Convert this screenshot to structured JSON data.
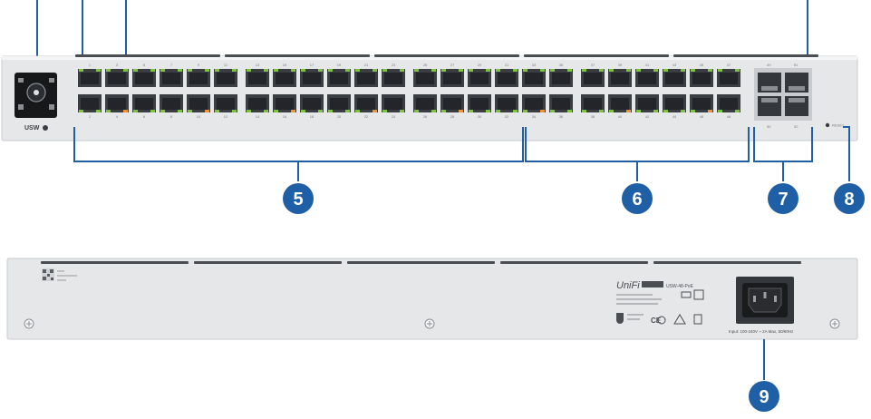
{
  "front_panel": {
    "model_badge": "USW",
    "reset_label": "RESET",
    "top_port_numbers": [
      "1",
      "3",
      "5",
      "7",
      "9",
      "11",
      "13",
      "15",
      "17",
      "19",
      "21",
      "23",
      "25",
      "27",
      "29",
      "31",
      "33",
      "35",
      "37",
      "39",
      "41",
      "43",
      "45",
      "47"
    ],
    "bottom_port_numbers": [
      "2",
      "4",
      "6",
      "8",
      "10",
      "12",
      "14",
      "16",
      "18",
      "20",
      "22",
      "24",
      "26",
      "28",
      "30",
      "32",
      "34",
      "36",
      "38",
      "40",
      "42",
      "44",
      "46",
      "48"
    ],
    "sfp_top_numbers": [
      "49",
      "51"
    ],
    "sfp_bottom_numbers": [
      "50",
      "52"
    ]
  },
  "rear_panel": {
    "serial_lines": [
      "xxxx",
      "xxxxxxxxxxx",
      "xxxxx"
    ],
    "brand": "UniFi",
    "model": "USW-48-PoE",
    "power_input_label": "Input: 100-240V ~ 2A Max, 50/60Hz"
  },
  "callouts": [
    {
      "number": "5",
      "color": "#1f5fa6"
    },
    {
      "number": "6",
      "color": "#1f5fa6"
    },
    {
      "number": "7",
      "color": "#1f5fa6"
    },
    {
      "number": "8",
      "color": "#1f5fa6"
    },
    {
      "number": "9",
      "color": "#1f5fa6"
    }
  ],
  "colors": {
    "callout_line": "#1f5fa6",
    "chassis": "#e6e7e9",
    "port_dark": "#3a3d42",
    "led_green": "#7dc242",
    "led_orange": "#f0923a"
  }
}
